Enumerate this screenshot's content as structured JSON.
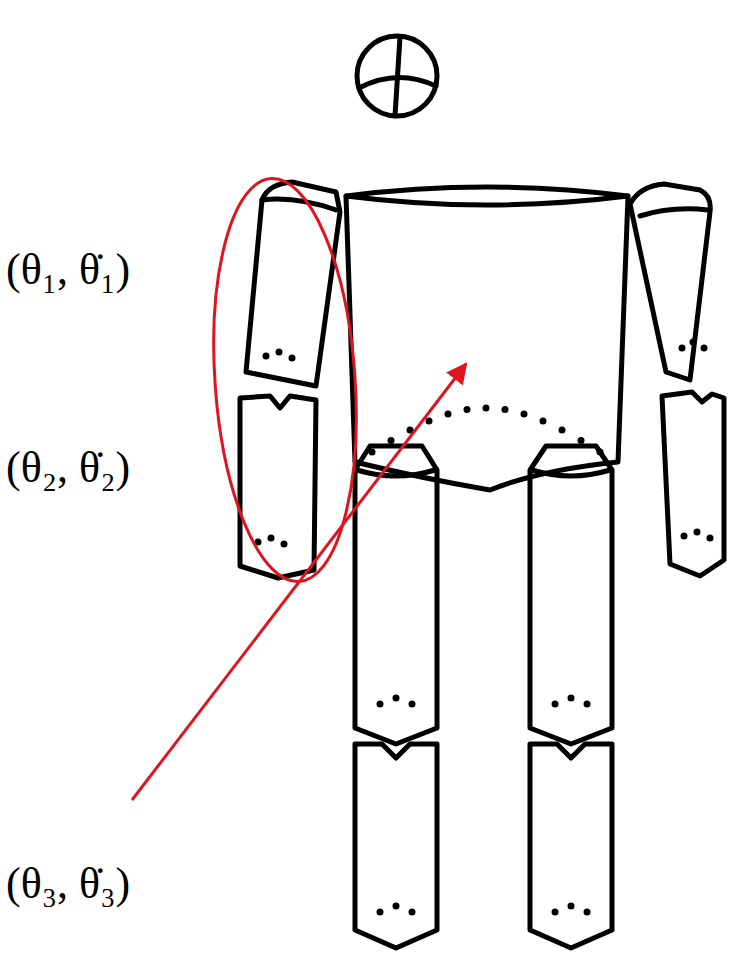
{
  "diagram": {
    "labels": [
      "(θ₁, θ̇₁)",
      "(θ₂, θ̇₂)",
      "(θ₃, θ̇₃)"
    ]
  }
}
